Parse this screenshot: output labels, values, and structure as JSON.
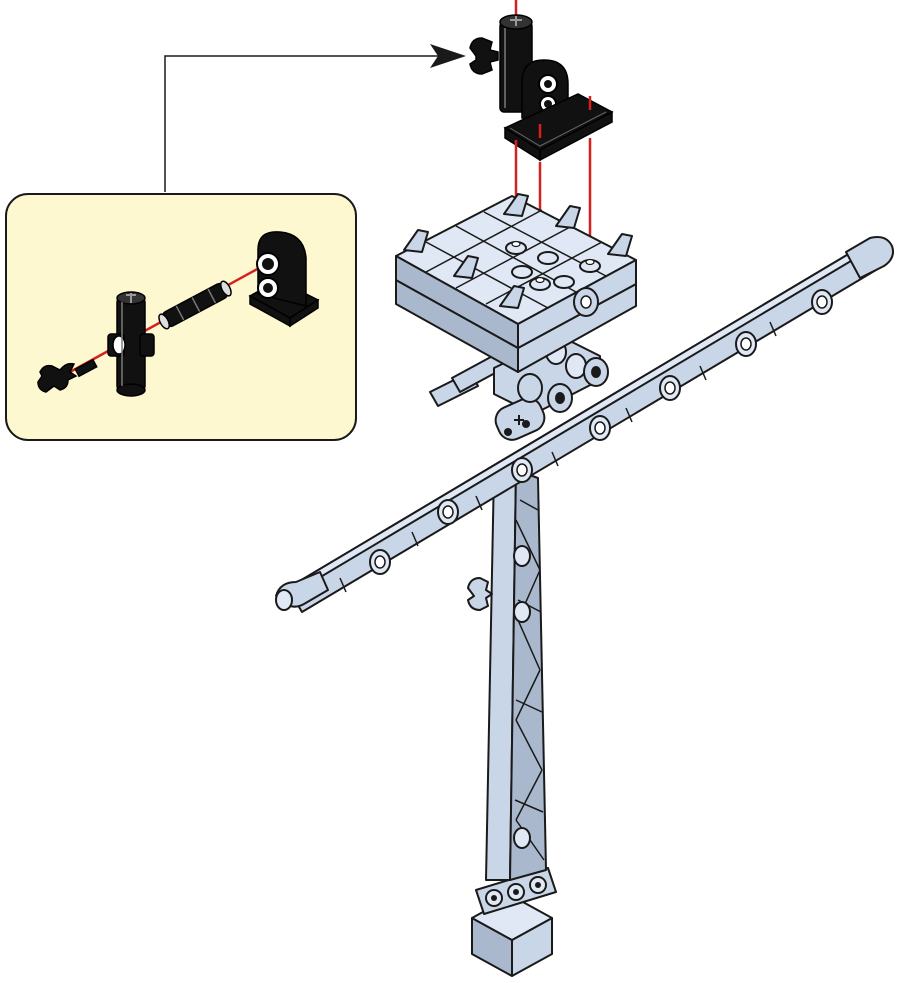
{
  "colors": {
    "callout_background": "#fdf8cf",
    "lego_part_light": "#c9d6e8",
    "lego_part_black": "#111111",
    "assembly_arrow": "#d6201f",
    "connector_line": "#1a1a1a"
  },
  "callout": {
    "parts": [
      "wrench-piece",
      "axle-connector",
      "pin-3l",
      "pin-hole-bracket"
    ]
  },
  "main_assembly": {
    "parts": [
      "signal-mast-tower",
      "cross-beam",
      "platform-plate",
      "black-bracket-subassembly"
    ]
  }
}
